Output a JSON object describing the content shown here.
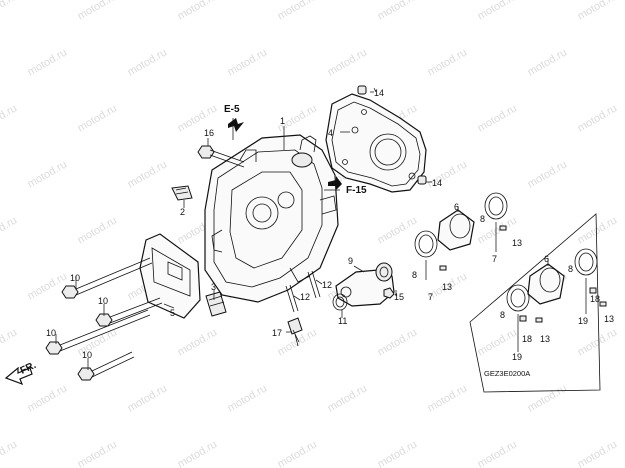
{
  "watermark": "motod.ru",
  "diagram_code": "GEZ3E0200A",
  "front_marker": "FR.",
  "references": {
    "e5": "E-5",
    "f15": "F-15"
  },
  "callouts": {
    "c1": "1",
    "c2": "2",
    "c3": "3",
    "c4": "4",
    "c5": "5",
    "c6a": "6",
    "c6b": "6",
    "c7a": "7",
    "c7b": "7",
    "c8a": "8",
    "c8b": "8",
    "c8c": "8",
    "c8d": "8",
    "c9": "9",
    "c10a": "10",
    "c10b": "10",
    "c10c": "10",
    "c10d": "10",
    "c11": "11",
    "c12": "12",
    "c13a": "13",
    "c13b": "13",
    "c13c": "13",
    "c13d": "13",
    "c14a": "14",
    "c14b": "14",
    "c15": "15",
    "c16": "16",
    "c17": "17",
    "c18a": "18",
    "c18b": "18",
    "c19a": "19",
    "c19b": "19"
  }
}
